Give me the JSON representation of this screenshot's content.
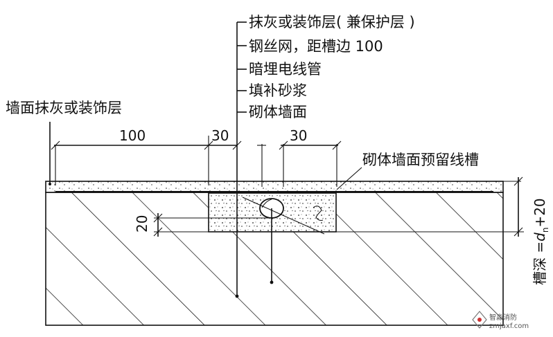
{
  "leader_labels": [
    "抹灰或装饰层( 兼保护层 )",
    "钢丝网，距槽边 100",
    "暗埋电线管",
    "填补砂浆",
    "砌体墙面"
  ],
  "left_label": "墙面抹灰或装饰层",
  "right_label": "砌体墙面预留线槽",
  "dimensions": {
    "left_width": "100",
    "groove_offset_left": "30",
    "groove_offset_right": "30",
    "pipe_offset": "20"
  },
  "depth_label": {
    "prefix": "槽深 =",
    "symbol": "d",
    "subscript": "n",
    "suffix": "+20"
  },
  "watermark": {
    "line1": "智淼消防",
    "line2": "zmjaxf.com"
  }
}
